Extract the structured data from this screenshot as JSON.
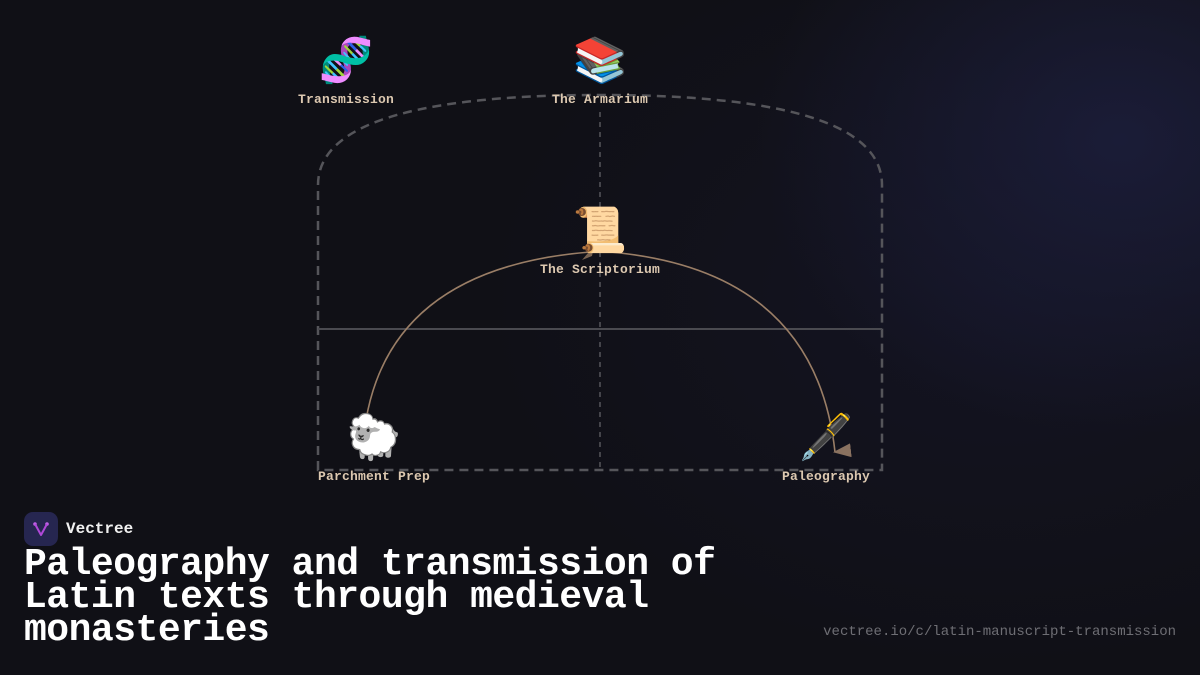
{
  "diagram": {
    "nodes": [
      {
        "id": "transmission",
        "label": "Transmission",
        "icon": "dna-icon",
        "glyph": "🧬"
      },
      {
        "id": "armarium",
        "label": "The Armarium",
        "icon": "books-icon",
        "glyph": "📚"
      },
      {
        "id": "scriptorium",
        "label": "The Scriptorium",
        "icon": "scroll-icon",
        "glyph": "📜"
      },
      {
        "id": "parchment",
        "label": "Parchment Prep",
        "icon": "sheep-icon",
        "glyph": "🐑"
      },
      {
        "id": "paleography",
        "label": "Paleography",
        "icon": "fountain-pen-icon",
        "glyph": "🖋️"
      }
    ],
    "edges": [
      {
        "from": "parchment",
        "to": "scriptorium",
        "style": "solid-curve",
        "color": "#9a7e66"
      },
      {
        "from": "scriptorium",
        "to": "paleography",
        "style": "solid-curve-arrow",
        "color": "#9a7e66"
      }
    ],
    "colors": {
      "edge": "#9a7e66",
      "dashed_border": "#55555a",
      "divider": "#4a4a50",
      "label": "#dcc8b0"
    }
  },
  "brand": {
    "name": "Vectree",
    "logo_icon": "vectree-logo-icon",
    "logo_color": "#b048d8"
  },
  "title": "Paleography and transmission of Latin texts through medieval monasteries",
  "url": "vectree.io/c/latin-manuscript-transmission"
}
